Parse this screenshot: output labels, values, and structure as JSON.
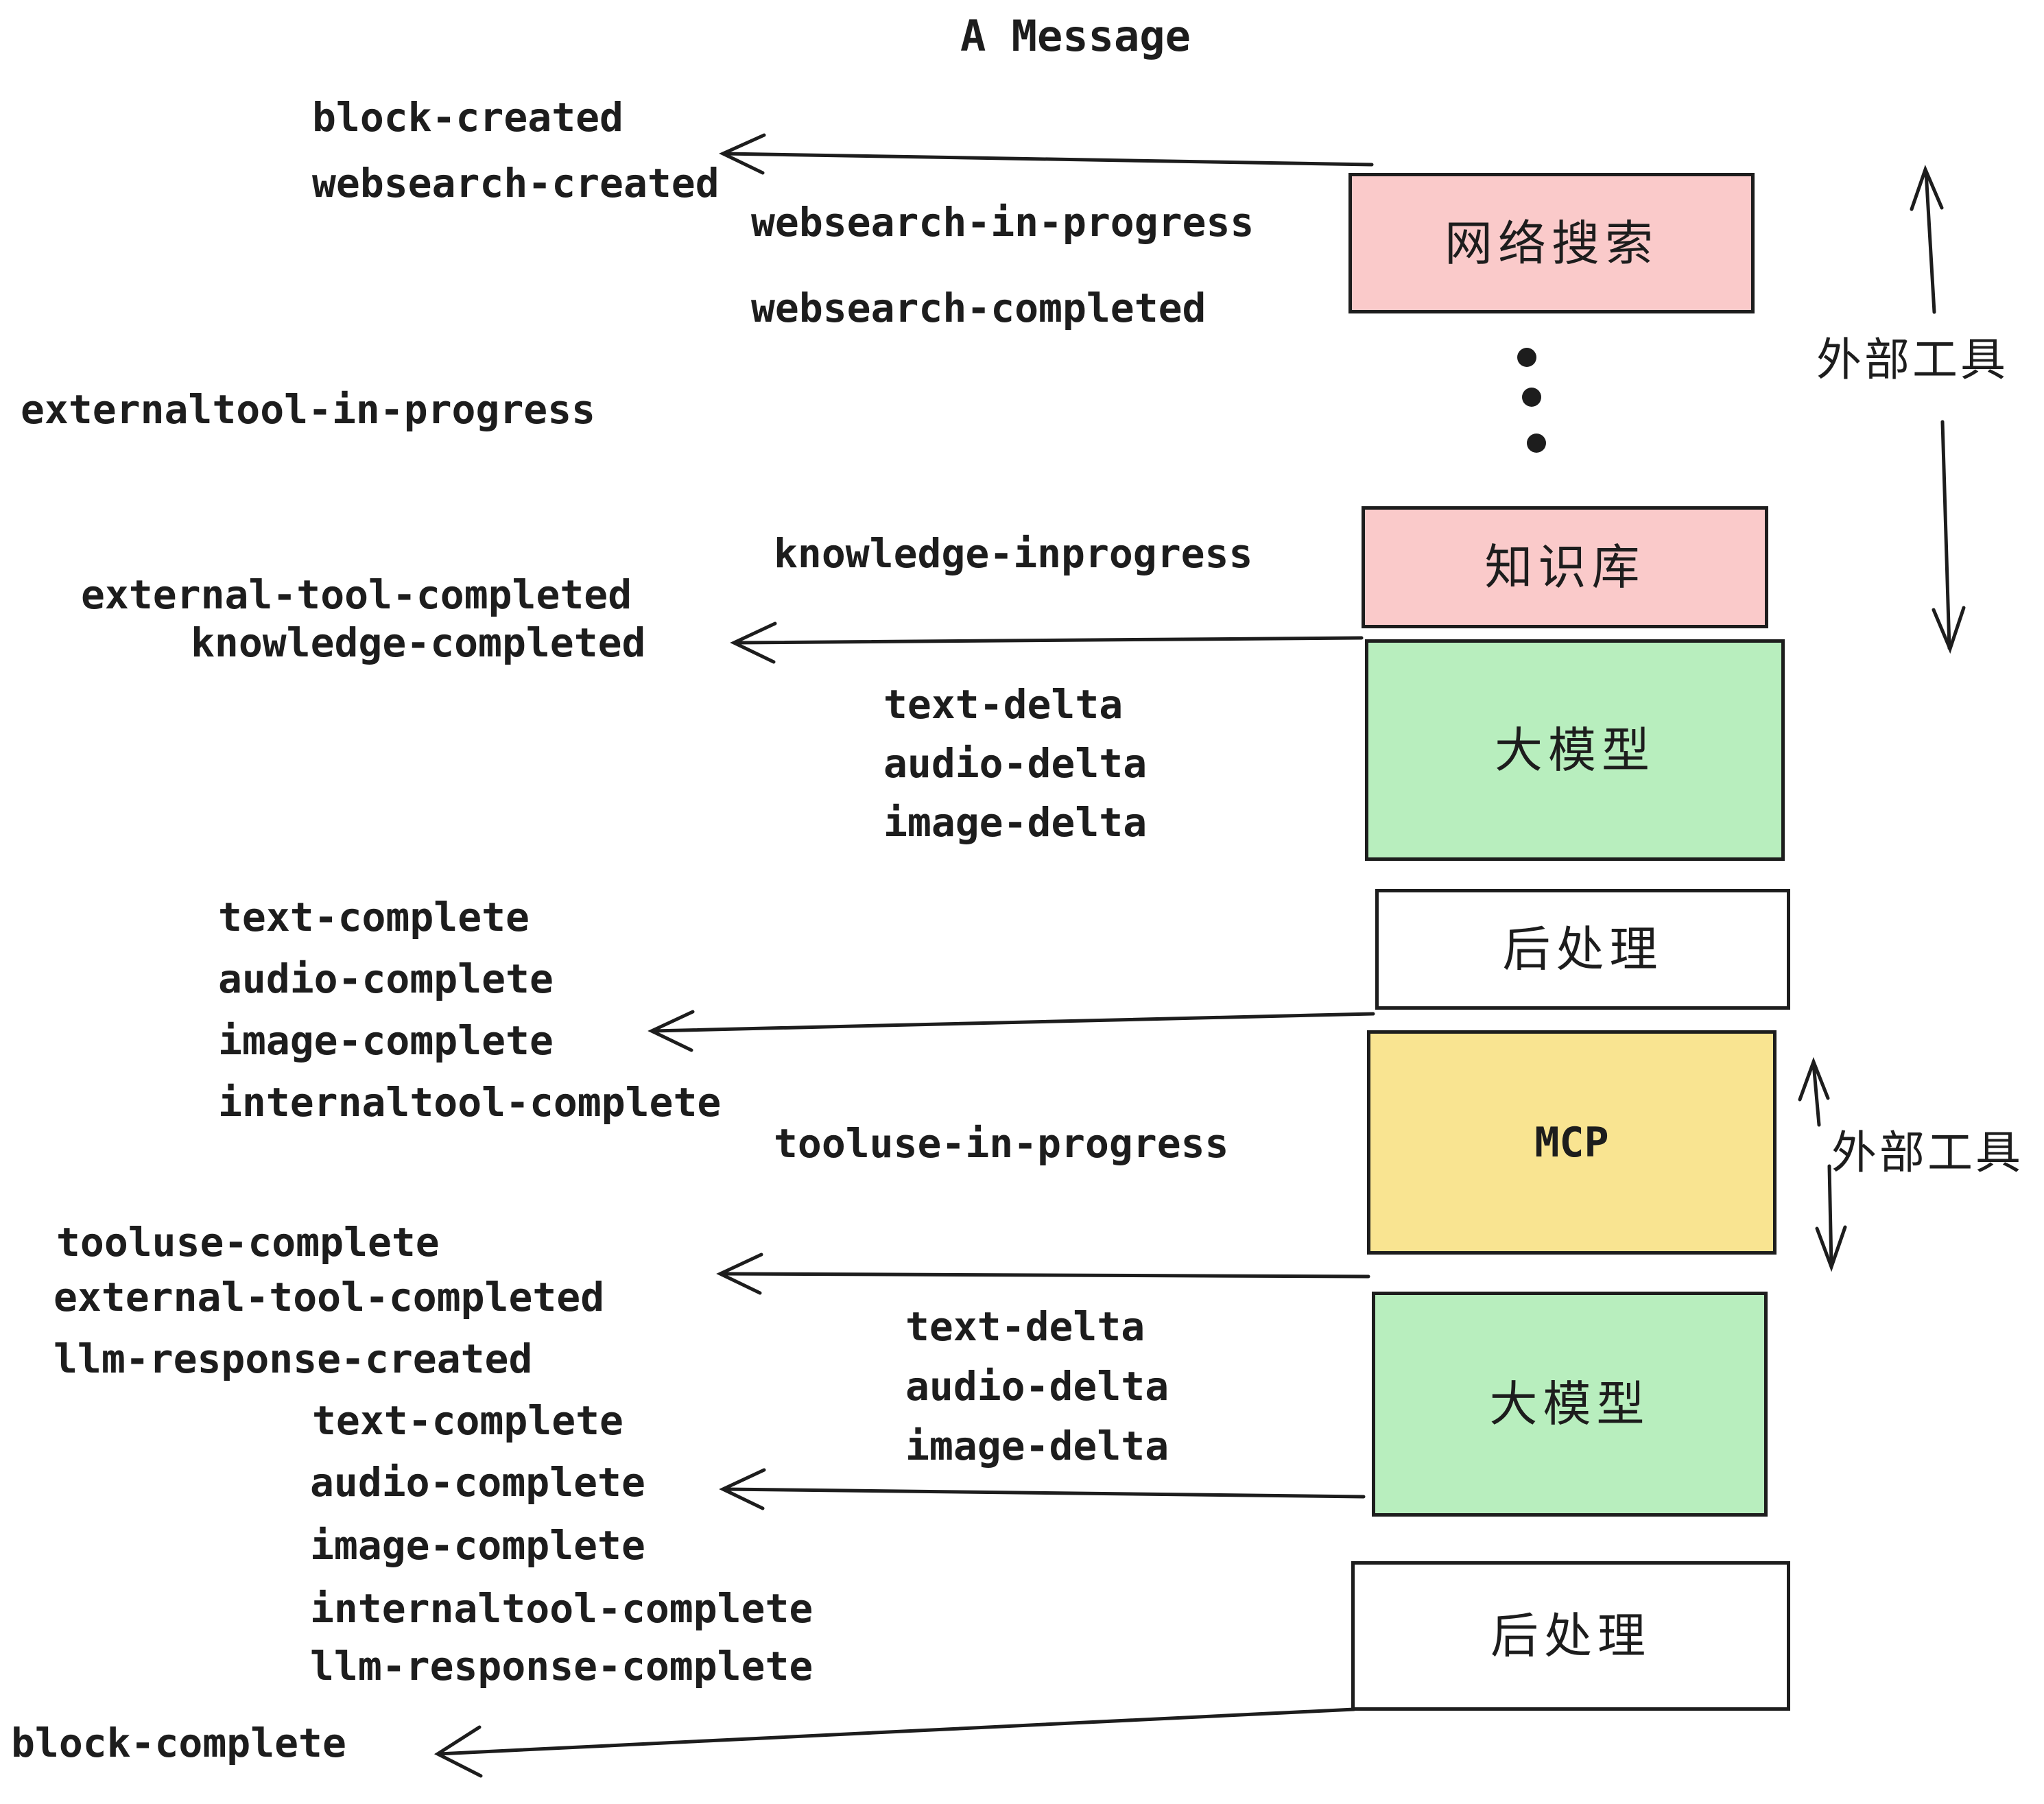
{
  "title": "A Message",
  "colors": {
    "pink_box": "#facaca",
    "green_box": "#b8eebe",
    "yellow_box": "#f9e491",
    "white_box": "#ffffff",
    "line": "#1d1d1d"
  },
  "events": {
    "block_created": "block-created",
    "websearch_created": "websearch-created",
    "websearch_in_progress": "websearch-in-progress",
    "websearch_completed": "websearch-completed",
    "externaltool_in_progress": "externaltool-in-progress",
    "external_tool_completed": "external-tool-completed",
    "knowledge_completed": "knowledge-completed",
    "knowledge_inprogress": "knowledge-inprogress",
    "text_delta": "text-delta",
    "audio_delta": "audio-delta",
    "image_delta": "image-delta",
    "text_complete": "text-complete",
    "audio_complete": "audio-complete",
    "image_complete": "image-complete",
    "internaltool_complete": "internaltool-complete",
    "tooluse_in_progress": "tooluse-in-progress",
    "tooluse_complete": "tooluse-complete",
    "llm_response_created": "llm-response-created",
    "llm_response_complete": "llm-response-complete",
    "block_complete": "block-complete"
  },
  "boxes": {
    "websearch": "网络搜索",
    "knowledge": "知识库",
    "llm": "大模型",
    "postprocess": "后处理",
    "mcp": "MCP"
  },
  "annotations": {
    "external_tools": "外部工具"
  }
}
